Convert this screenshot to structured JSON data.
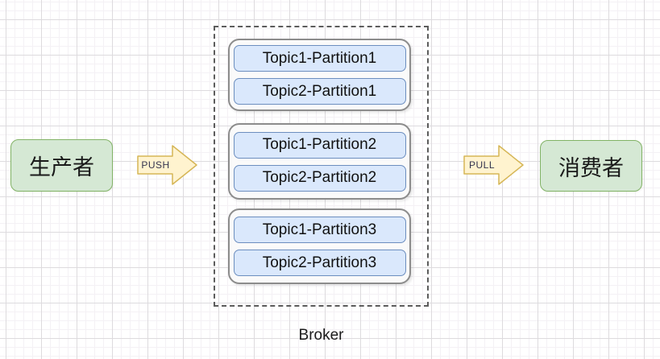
{
  "diagram": {
    "producer": {
      "label": "生产者"
    },
    "consumer": {
      "label": "消费者"
    },
    "push_arrow": {
      "label": "PUSH"
    },
    "pull_arrow": {
      "label": "PULL"
    },
    "broker": {
      "label": "Broker",
      "groups": [
        {
          "partitions": [
            "Topic1-Partition1",
            "Topic2-Partition1"
          ]
        },
        {
          "partitions": [
            "Topic1-Partition2",
            "Topic2-Partition2"
          ]
        },
        {
          "partitions": [
            "Topic1-Partition3",
            "Topic2-Partition3"
          ]
        }
      ]
    },
    "colors": {
      "producer_consumer_fill": "#d5e8d4",
      "producer_consumer_border": "#82b366",
      "partition_fill": "#dae8fc",
      "partition_border": "#6c8ebf",
      "group_fill": "#fafafa",
      "group_border": "#8c8c8c",
      "arrow_fill": "#fff3cf",
      "arrow_border": "#d6b656",
      "broker_dash_border": "#5c5c5c",
      "text": "#1a1a1a"
    }
  }
}
